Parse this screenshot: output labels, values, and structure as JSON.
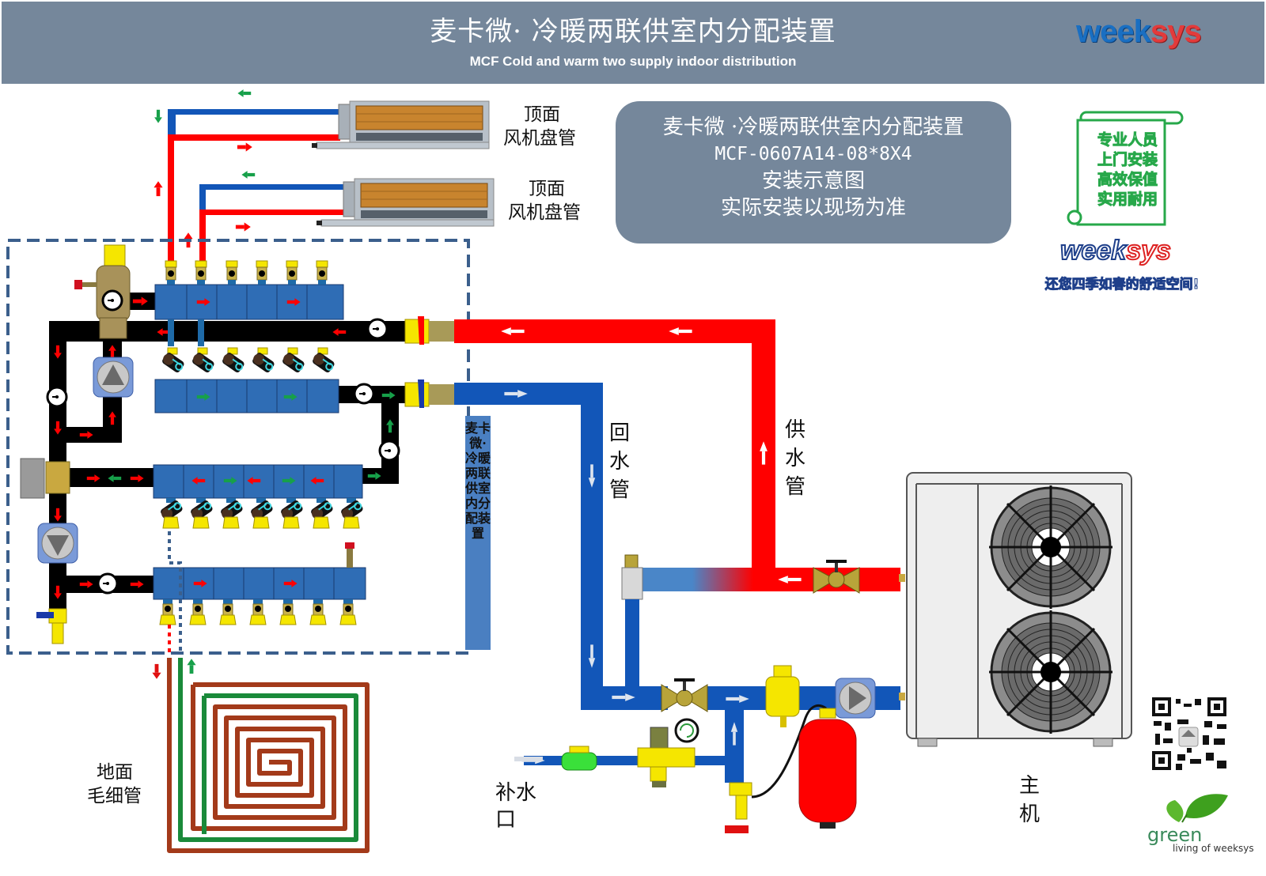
{
  "header": {
    "title": "麦卡微· 冷暖两联供室内分配装置",
    "subtitle": "MCF Cold and warm two supply indoor distribution",
    "brand": {
      "part1": "week",
      "part2": "sys"
    }
  },
  "info_box": {
    "line1": "麦卡微 ·冷暖两联供室内分配装置",
    "model": "MCF-0607A14-08*8X4",
    "line3": "安装示意图",
    "line4": "实际安装以现场为准"
  },
  "badge": {
    "scroll_lines": [
      "专业人员",
      "上门安装",
      "高效保值",
      "实用耐用"
    ],
    "brand": {
      "part1": "week",
      "part2": "sys"
    },
    "slogan": "还您四季如春的舒适空间!"
  },
  "labels": {
    "fan_coil_1": {
      "line1": "顶面",
      "line2": "风机盘管"
    },
    "fan_coil_2": {
      "line1": "顶面",
      "line2": "风机盘管"
    },
    "return_pipe": "回水管",
    "supply_pipe": "供水管",
    "floor_heating": {
      "line1": "地面",
      "line2": "毛细管"
    },
    "makeup_water": {
      "line1": "补水",
      "line2": "口"
    },
    "main_unit": {
      "line1": "主",
      "line2": "机"
    },
    "distributor_banner": "麦卡微·冷暖两联供室内分配装置"
  },
  "footer_logo": {
    "word": "green",
    "tagline": "living of weeksys"
  },
  "colors": {
    "header_bg": "#75879b",
    "supply_red": "#ff0000",
    "return_blue": "#1256b8",
    "manifold_blue": "#2f6db5",
    "internal_black": "#000000",
    "fitting_yellow": "#f5e600",
    "floor_brown": "#a33a1a",
    "floor_green": "#1a8a3a",
    "dashed_border": "#3b5f8c"
  },
  "manifolds": {
    "upper_supply_outlets": 6,
    "upper_return_inlets": 6,
    "floor_return_ports": 7,
    "floor_supply_ports": 7
  }
}
